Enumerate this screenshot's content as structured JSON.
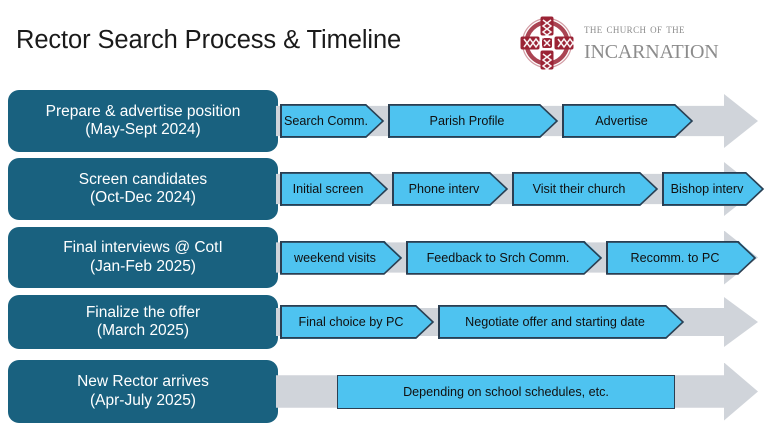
{
  "page_title": "Rector Search Process & Timeline",
  "logo": {
    "mark": "celtic-cross-icon",
    "line1": "The Church of the",
    "line2": "Incarnation",
    "mark_color": "#9B2335",
    "text_color": "#8c8c8c"
  },
  "colors": {
    "stage_label_bg": "#19617f",
    "track_bg": "#d0d4da",
    "step_fill": "#4ec3f0",
    "step_border": "#2b3f52",
    "title_text": "#1a1a1a"
  },
  "rows": [
    {
      "stage": "Prepare & advertise position",
      "period": "(May-Sept 2024)",
      "steps": [
        "Search Comm.",
        "Parish Profile",
        "Advertise"
      ],
      "shape": "arrow"
    },
    {
      "stage": "Screen candidates",
      "period": "(Oct-Dec 2024)",
      "steps": [
        "Initial screen",
        "Phone interv",
        "Visit their church",
        "Bishop interv"
      ],
      "shape": "arrow"
    },
    {
      "stage": "Final interviews @ CotI",
      "period": "(Jan-Feb 2025)",
      "steps": [
        "weekend visits",
        "Feedback to Srch Comm.",
        "Recomm. to PC"
      ],
      "shape": "arrow"
    },
    {
      "stage": "Finalize the offer",
      "period": "(March 2025)",
      "steps": [
        "Final choice by PC",
        "Negotiate offer and starting date"
      ],
      "shape": "arrow"
    },
    {
      "stage": "New Rector arrives",
      "period": "(Apr-July 2025)",
      "steps": [
        "Depending on school schedules, etc."
      ],
      "shape": "rectangle"
    }
  ],
  "layout": {
    "rows_geom": [
      {
        "steps_left": 280,
        "steps_width": 405
      },
      {
        "steps_left": 280,
        "steps_width": 472
      },
      {
        "steps_left": 280,
        "steps_width": 468
      },
      {
        "steps_left": 280,
        "steps_width": 400
      },
      {
        "steps_left": 337,
        "steps_width": 338
      }
    ],
    "step_widths": [
      [
        104,
        170,
        131
      ],
      [
        108,
        116,
        146,
        102
      ],
      [
        122,
        196,
        150
      ],
      [
        154,
        246
      ],
      [
        338
      ]
    ]
  }
}
